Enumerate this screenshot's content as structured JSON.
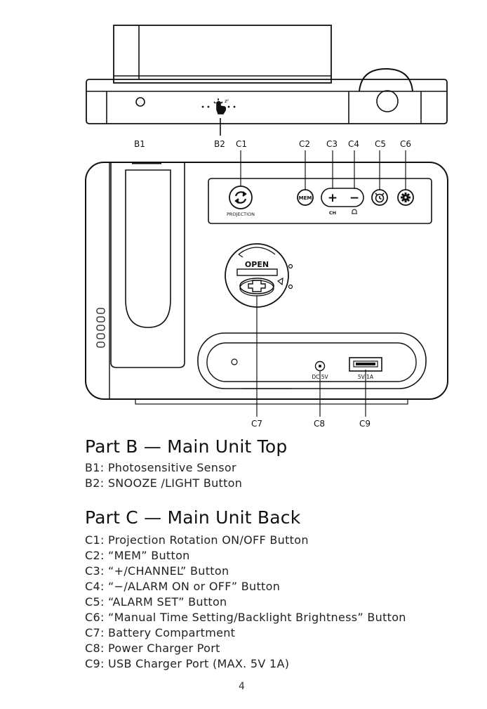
{
  "callouts": {
    "b1": "B1",
    "b2": "B2",
    "c1": "C1",
    "c2": "C2",
    "c3": "C3",
    "c4": "C4",
    "c5": "C5",
    "c6": "C6",
    "c7": "C7",
    "c8": "C8",
    "c9": "C9"
  },
  "device": {
    "projection_label": "PROJECTION",
    "mem_label": "MEM",
    "plus_label": "+",
    "minus_label": "−",
    "ch_label": "CH",
    "open_label": "OPEN",
    "dc_label": "DC 5V",
    "usb_label": "5V 1A"
  },
  "icons": {
    "rotate": "rotate-icon",
    "alarm": "alarm-clock-icon",
    "gear": "gear-icon",
    "bell": "bell-icon",
    "snooze_hand": "touch-hand-icon"
  },
  "part_b": {
    "title": "Part B — Main Unit Top",
    "items": [
      "B1: Photosensitive Sensor",
      "B2: SNOOZE /LIGHT Button"
    ]
  },
  "part_c": {
    "title": "Part C — Main Unit Back",
    "items": [
      "C1: Projection Rotation ON/OFF Button",
      "C2: “MEM” Button",
      "C3: “+/CHANNEL” Button",
      "C4: “−/ALARM ON or OFF” Button",
      "C5: “ALARM SET” Button",
      "C6: “Manual Time Setting/Backlight Brightness” Button",
      "C7: Battery Compartment",
      "C8: Power Charger Port",
      "C9: USB Charger Port (MAX. 5V 1A)"
    ]
  },
  "page_number": "4"
}
